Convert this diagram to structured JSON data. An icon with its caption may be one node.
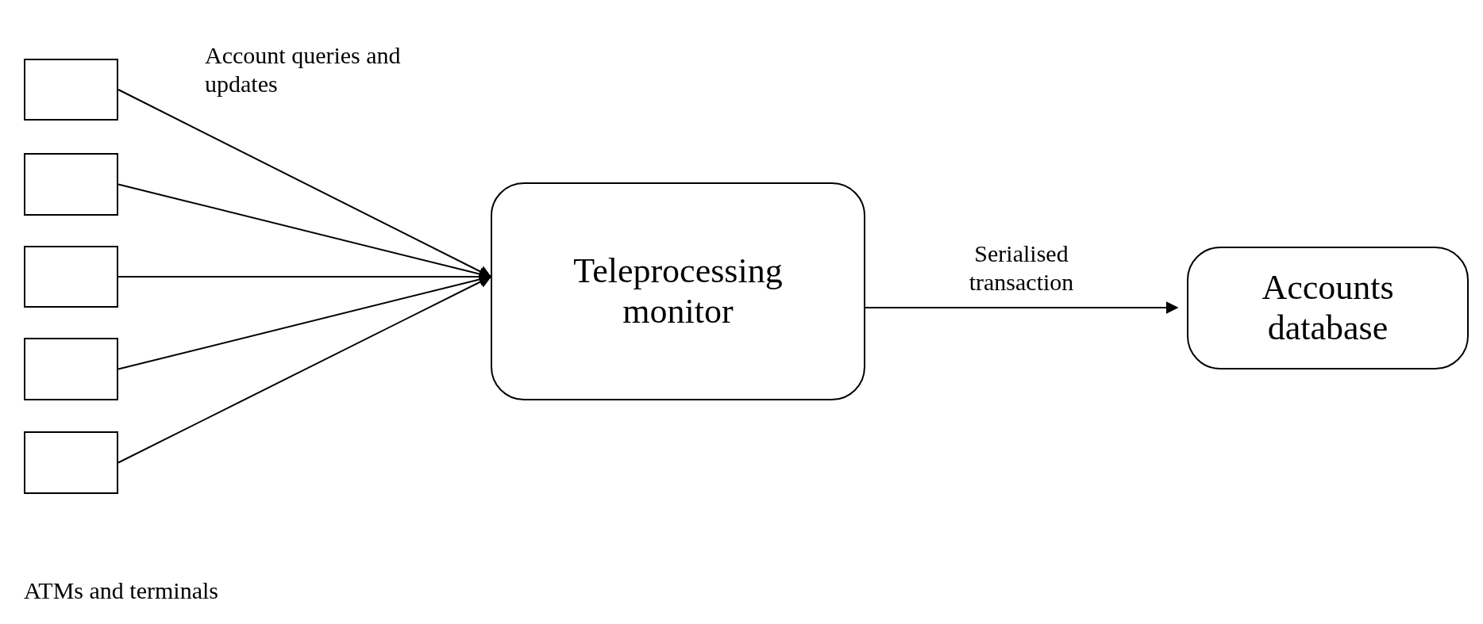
{
  "diagram": {
    "nodes": [
      {
        "text": [],
        "shape": "box"
      },
      {
        "text": [],
        "shape": "box"
      },
      {
        "text": [],
        "shape": "box"
      },
      {
        "text": [],
        "shape": "box"
      },
      {
        "text": [],
        "shape": "box"
      },
      {
        "text": [
          "Teleprocessing monitor"
        ]
      },
      {
        "text": [
          "Accounts database"
        ]
      }
    ],
    "edges": [
      {
        "from": 0,
        "to": 5,
        "arrow": "to"
      },
      {
        "from": 1,
        "to": 5,
        "arrow": "to"
      },
      {
        "from": 2,
        "to": 5,
        "arrow": "to"
      },
      {
        "from": 3,
        "to": 5,
        "arrow": "to"
      },
      {
        "from": 4,
        "to": 5,
        "arrow": "to"
      },
      {
        "from": 5,
        "to": 6,
        "arrow": "to",
        "label": "Serialised transaction"
      }
    ],
    "labels": [
      "Account queries and updates",
      "ATMs and terminals"
    ]
  }
}
